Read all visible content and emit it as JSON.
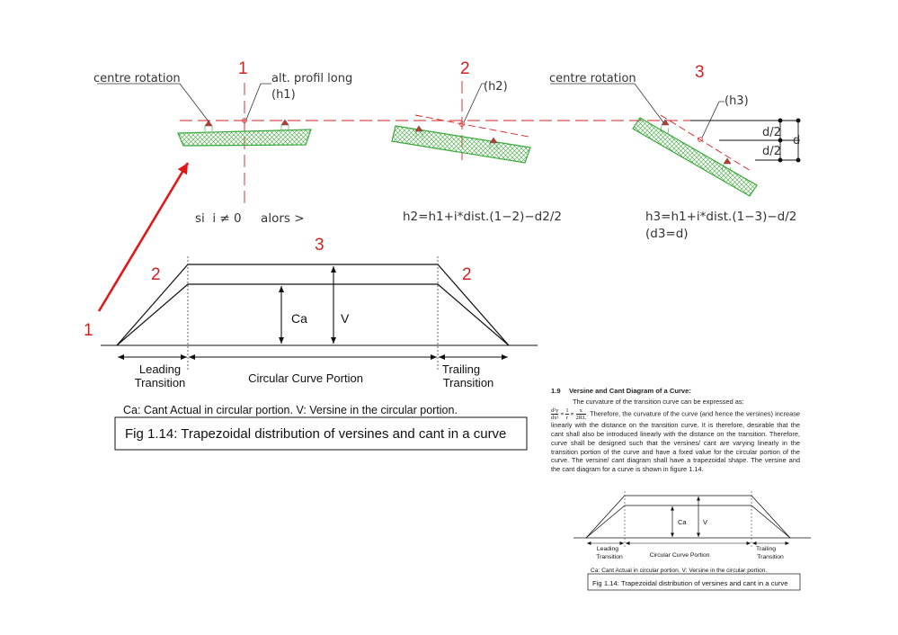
{
  "cad_diagram": {
    "label_centre_rotation_left": "centre rotation",
    "label_alt_profil": "alt. profil long",
    "label_h1": "(h1)",
    "label_h2": "(h2)",
    "label_centre_rotation_right": "centre rotation",
    "label_h3": "(h3)",
    "label_d2_top": "d/2",
    "label_d2_bottom": "d/2",
    "label_d": "d",
    "section_numbers": [
      "1",
      "2",
      "3"
    ],
    "formula_left": "si  i ≠ 0     alors >",
    "formula_mid": "h2=h1+i*dist.(1−2)−d2/2",
    "formula_right_line1": "h3=h1+i*dist.(1−3)−d/2",
    "formula_right_line2": "(d3=d)",
    "colors": {
      "annotation_red": "#d42020",
      "hatch_green": "#3aa83a",
      "leader": "#333333"
    }
  },
  "main_figure": {
    "marker_1": "1",
    "marker_2_left": "2",
    "marker_3": "3",
    "marker_2_right": "2",
    "label_ca": "Ca",
    "label_v": "V",
    "label_leading": [
      "Leading",
      "Transition"
    ],
    "label_circular": "Circular Curve Portion",
    "label_trailing": [
      "Trailing",
      "Transition"
    ],
    "caption_note": "Ca:  Cant Actual in circular portion. V: Versine in the circular portion.",
    "caption": "Fig 1.14: Trapezoidal distribution of versines and cant in a curve"
  },
  "paper": {
    "section_number": "1.9",
    "section_title": "Versine and Cant Diagram of a Curve:",
    "para_intro": "The curvature of the transition curve can be expressed as:",
    "eq_lhs_top": "d²y",
    "eq_lhs_bottom": "dx²",
    "eq_mid_top": "1",
    "eq_mid_bottom": "r",
    "eq_rhs_top": "x",
    "eq_rhs_bottom": "2RL",
    "eq_prop": "∝",
    "para_body": ". Therefore, the curvature of the curve (and hence the versines) increase linearly with the distance on the transition curve. It is therefore, desirable that the cant shall also be introduced linearly with the distance on the transition. Therefore, curve shall be designed such that the versines/ cant are varying linearly in the transition portion of the curve and have a fixed value for the circular portion of the curve. The versine/ cant diagram shall have a trapezoidal shape. The versine and the cant diagram for a curve is shown in figure 1.14.",
    "small_label_ca": "Ca",
    "small_label_v": "V",
    "small_label_leading": [
      "Leading",
      "Transition"
    ],
    "small_label_circular": "Circular Curve Portion",
    "small_label_trailing": [
      "Trailing",
      "Transition"
    ],
    "small_caption_note": "Ca:  Cant Actual in circular portion. V: Versine in the circular portion.",
    "small_caption": "Fig 1.14: Trapezoidal distribution of versines and cant in a curve"
  }
}
